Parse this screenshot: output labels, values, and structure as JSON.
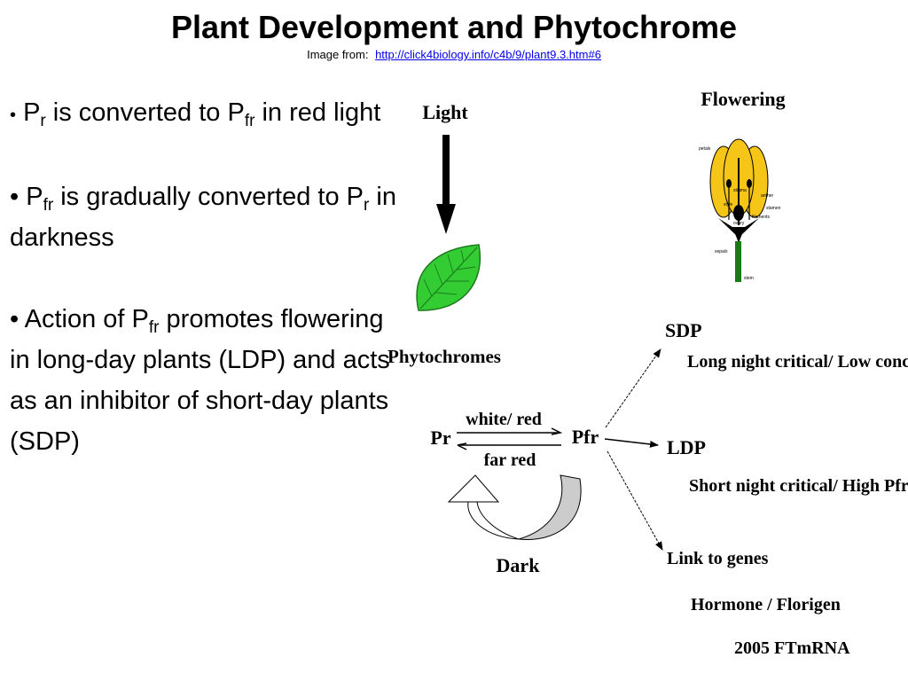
{
  "header": {
    "title": "Plant Development and Phytochrome",
    "source_prefix": "Image from:",
    "source_link": "http://click4biology.info/c4b/9/plant9.3.htm#6"
  },
  "bullets": [
    {
      "marker": "•",
      "parts": [
        "P",
        "r",
        " is converted to P",
        "fr",
        " in red light"
      ]
    },
    {
      "marker": "•",
      "parts": [
        "P",
        "fr",
        " is gradually converted to P",
        "r",
        " in darkness"
      ]
    },
    {
      "marker": "•",
      "parts": [
        "Action of P",
        "fr",
        " promotes flowering in long-day plants (LDP) and acts as an inhibitor of short-day plants (SDP)"
      ]
    }
  ],
  "diagram": {
    "light_label": "Light",
    "flowering_label": "Flowering",
    "phytochromes_label": "Phytochromes",
    "pr_label": "Pr",
    "pfr_label": "Pfr",
    "white_red_label": "white/ red",
    "far_red_label": "far red",
    "dark_label": "Dark",
    "sdp_label": "SDP",
    "sdp_desc": "Long night critical/ Low conc Pfr",
    "ldp_label": "LDP",
    "ldp_desc": "Short night critical/ High Pfr",
    "genes_label": "Link to genes",
    "hormone_label": "Hormone / Florigen",
    "ftmrna_label": "2005 FTmRNA",
    "flower_parts": [
      "petals",
      "stigma",
      "anther",
      "style",
      "stamen",
      "filaments",
      "ovary",
      "sepals",
      "stem"
    ]
  },
  "colors": {
    "leaf": "#33cc33",
    "petal": "#f5c518",
    "stem": "#1a7a1a",
    "dark_arrow": "#cccccc",
    "link": "#0000ee"
  }
}
